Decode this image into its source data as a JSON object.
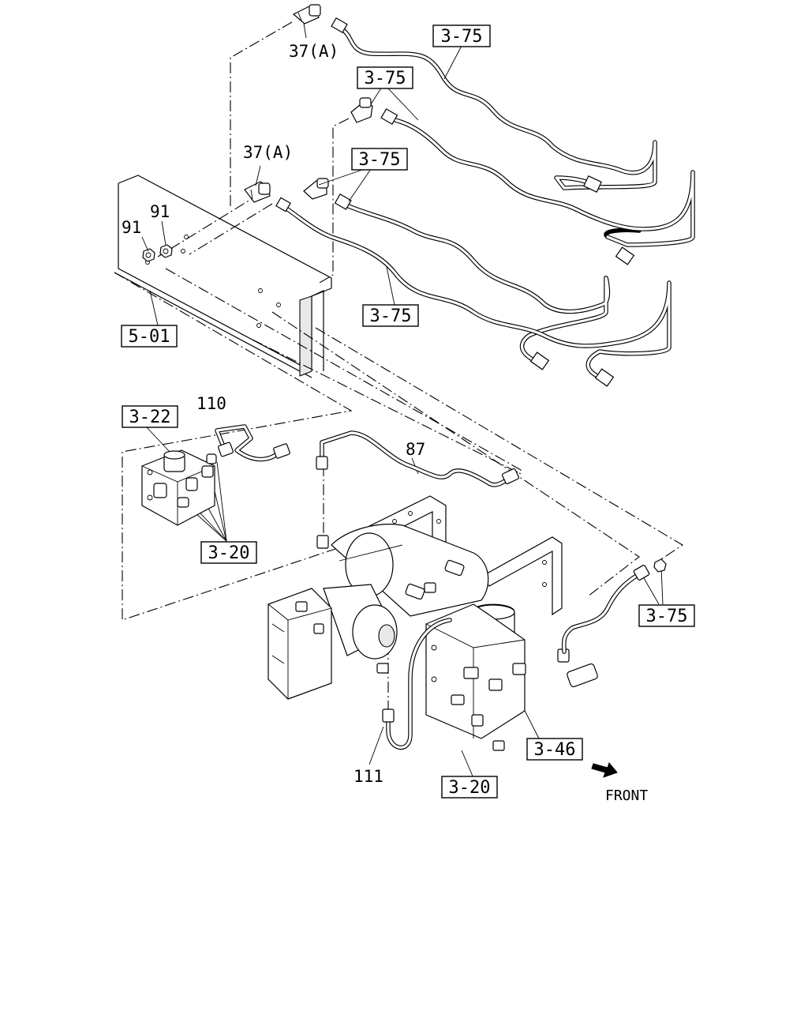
{
  "references": {
    "r375_top": "3-75",
    "r375_second": "3-75",
    "r375_third": "3-75",
    "r375_fourth": "3-75",
    "r375_right": "3-75",
    "r501": "5-01",
    "r322": "3-22",
    "r320_left": "3-20",
    "r320_bottom": "3-20",
    "r346": "3-46"
  },
  "part_numbers": {
    "p37a_top": "37(A)",
    "p37a_mid": "37(A)",
    "p91_upper": "91",
    "p91_lower": "91",
    "p110": "110",
    "p87": "87",
    "p111": "111"
  },
  "direction": {
    "label": "FRONT"
  }
}
